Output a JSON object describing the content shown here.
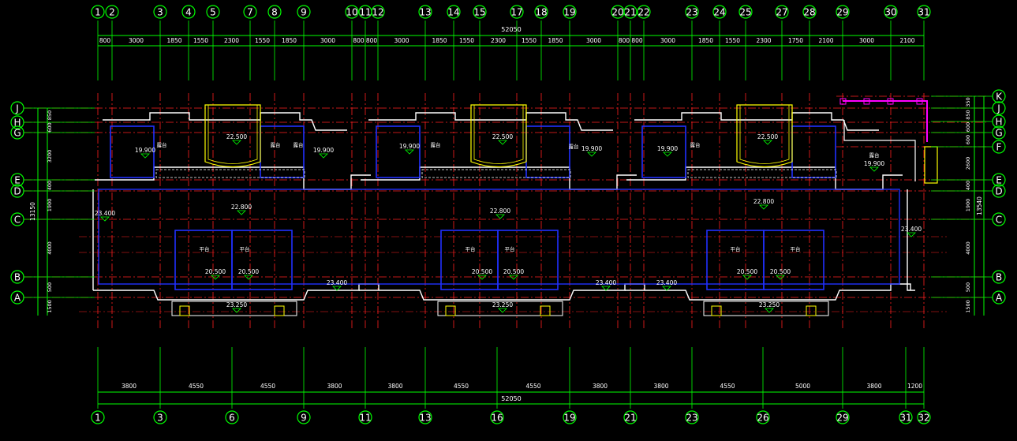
{
  "colors": {
    "background": "#000000",
    "grid_axis": "#ff2020",
    "dimension": "#00ff00",
    "wall": "#ffffff",
    "room_outline": "#2030ff",
    "window": "#ffff00",
    "parapet": "#ff00ff",
    "text": "#ffffff"
  },
  "top_axis_labels": [
    "1",
    "2",
    "3",
    "4",
    "5",
    "7",
    "8",
    "9",
    "10",
    "11",
    "12",
    "13",
    "14",
    "15",
    "17",
    "18",
    "19",
    "20",
    "21",
    "22",
    "23",
    "24",
    "25",
    "27",
    "28",
    "29",
    "30",
    "31"
  ],
  "top_overall_dim": "52050",
  "top_segment_dims": [
    "800",
    "3000",
    "1850",
    "1550",
    "2300",
    "1550",
    "1850",
    "3000",
    "800",
    "800",
    "3000",
    "1850",
    "1550",
    "2300",
    "1550",
    "1850",
    "3000",
    "800",
    "800",
    "3000",
    "1850",
    "1550",
    "2300",
    "1750",
    "2100",
    "3000",
    "2100"
  ],
  "bottom_axis_labels": [
    "1",
    "3",
    "6",
    "9",
    "11",
    "13",
    "16",
    "19",
    "21",
    "23",
    "26",
    "29",
    "31",
    "32"
  ],
  "bottom_overall_dim": "52050",
  "bottom_segment_dims": [
    "3800",
    "4550",
    "4550",
    "3800",
    "3800",
    "4550",
    "4550",
    "3800",
    "3800",
    "4550",
    "5000",
    "3800",
    "1200"
  ],
  "left_axis_labels": [
    "J",
    "H",
    "G",
    "E",
    "D",
    "C",
    "B",
    "A"
  ],
  "left_segment_dims": [
    "850",
    "600",
    "3200",
    "400",
    "1900",
    "4000",
    "500",
    "1500"
  ],
  "left_overall_dim": "13150",
  "right_axis_labels": [
    "K",
    "J",
    "H",
    "G",
    "F",
    "E",
    "D",
    "C",
    "B",
    "A"
  ],
  "right_segment_dims": [
    "350",
    "850",
    "600",
    "600",
    "2600",
    "400",
    "1900",
    "4000",
    "500",
    "1500"
  ],
  "right_overall_dim": "13540",
  "elevations": [
    "19.900",
    "22.500",
    "19.900",
    "19.900",
    "22.500",
    "19.900",
    "19.900",
    "22.500",
    "19.900",
    "22.800",
    "22.800",
    "22.800",
    "23.400",
    "23.400",
    "20.500",
    "20.500",
    "20.500",
    "20.500",
    "20.500",
    "20.500",
    "23.400",
    "23.400",
    "23.400",
    "23.250",
    "23.250",
    "23.250"
  ],
  "room_labels": [
    "露台",
    "露台",
    "露台",
    "露台",
    "露台",
    "露台",
    "露台",
    "平台",
    "平台",
    "平台",
    "平台",
    "平台",
    "平台"
  ]
}
